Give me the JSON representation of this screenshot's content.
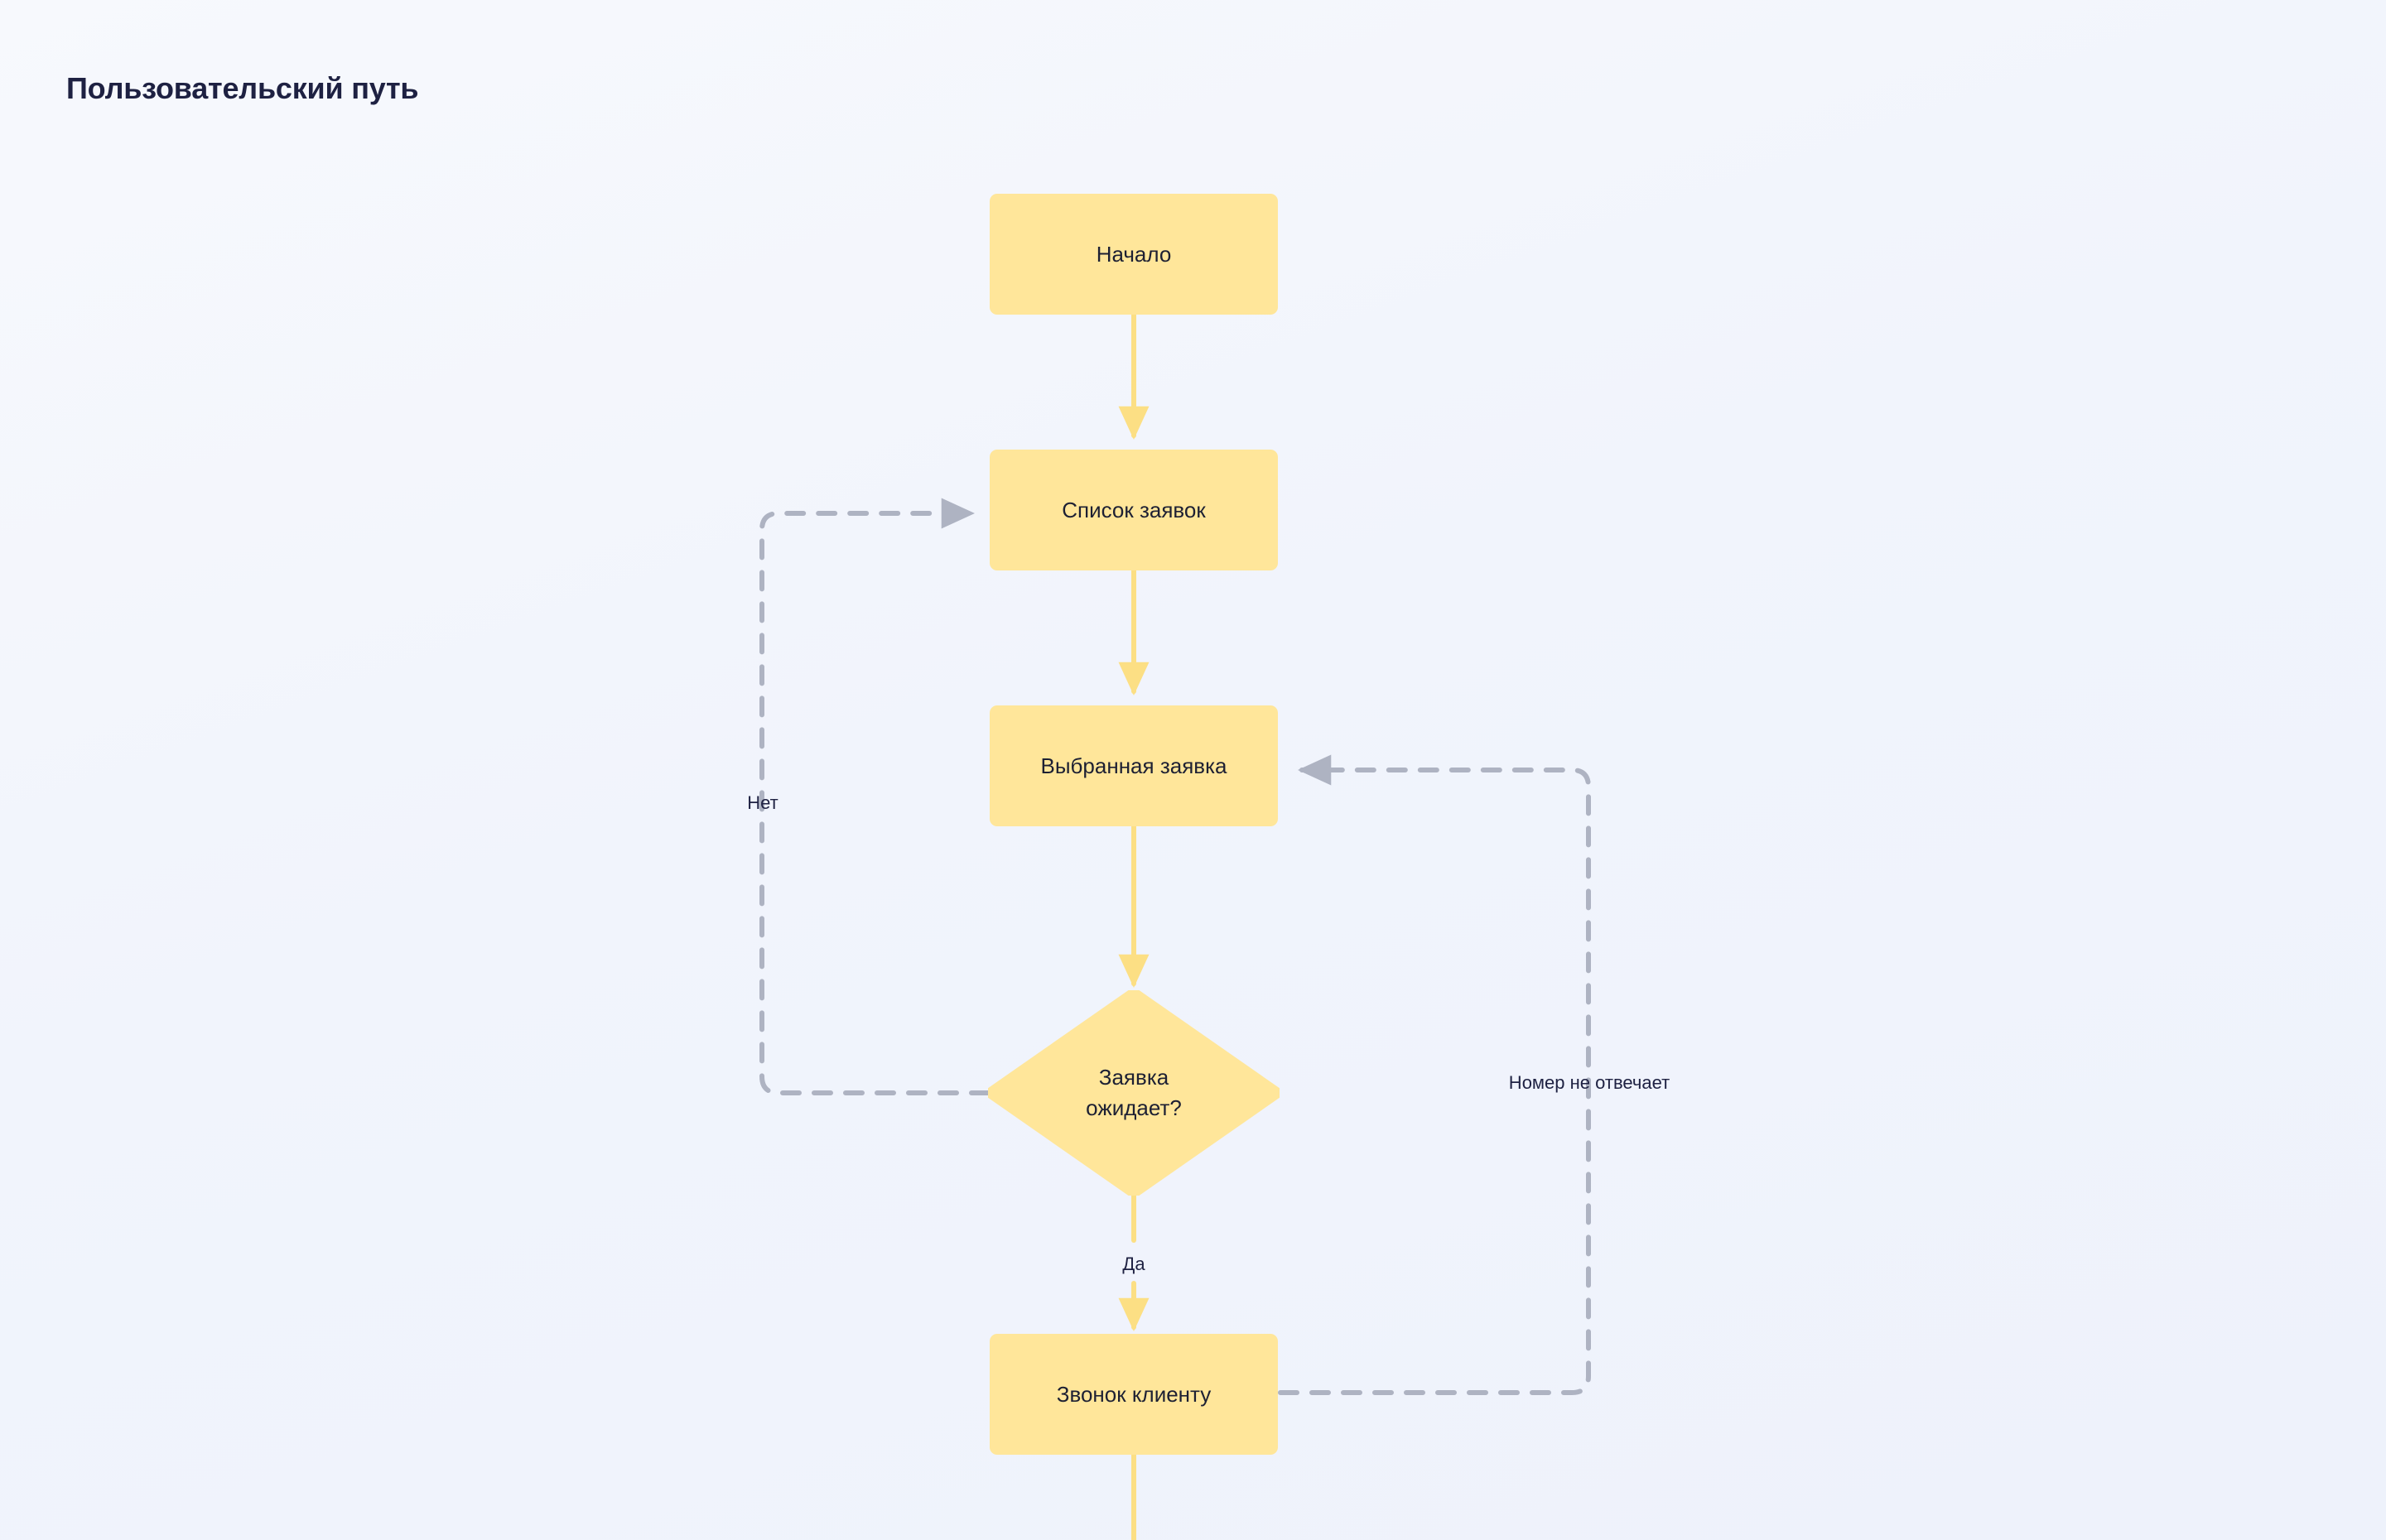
{
  "page": {
    "title": "Пользовательский путь",
    "background_color": "#f2f5fd",
    "title_color": "#1e2142"
  },
  "theme": {
    "node_fill": "#ffe69a",
    "node_text": "#1d2033",
    "flow_arrow_color": "#fcdf84",
    "loop_arrow_color": "#aeb3c2"
  },
  "diagram": {
    "type": "flowchart",
    "nodes": [
      {
        "id": "start",
        "label": "Начало",
        "shape": "process"
      },
      {
        "id": "list",
        "label": "Список заявок",
        "shape": "process"
      },
      {
        "id": "selected",
        "label": "Выбранная заявка",
        "shape": "process"
      },
      {
        "id": "waiting",
        "label": "Заявка\nожидает?",
        "shape": "decision"
      },
      {
        "id": "call",
        "label": "Звонок клиенту",
        "shape": "process"
      }
    ],
    "edges": [
      {
        "from": "start",
        "to": "list",
        "label": "",
        "style": "solid"
      },
      {
        "from": "list",
        "to": "selected",
        "label": "",
        "style": "solid"
      },
      {
        "from": "selected",
        "to": "waiting",
        "label": "",
        "style": "solid"
      },
      {
        "from": "waiting",
        "to": "list",
        "label": "Нет",
        "style": "dashed"
      },
      {
        "from": "waiting",
        "to": "call",
        "label": "Да",
        "style": "solid"
      },
      {
        "from": "call",
        "to": "selected",
        "label": "Номер не отвечает",
        "style": "dashed"
      },
      {
        "from": "call",
        "to": "",
        "label": "",
        "style": "solid"
      }
    ]
  },
  "labels": {
    "no": "Нет",
    "yes": "Да",
    "no_answer": "Номер не отвечает"
  }
}
